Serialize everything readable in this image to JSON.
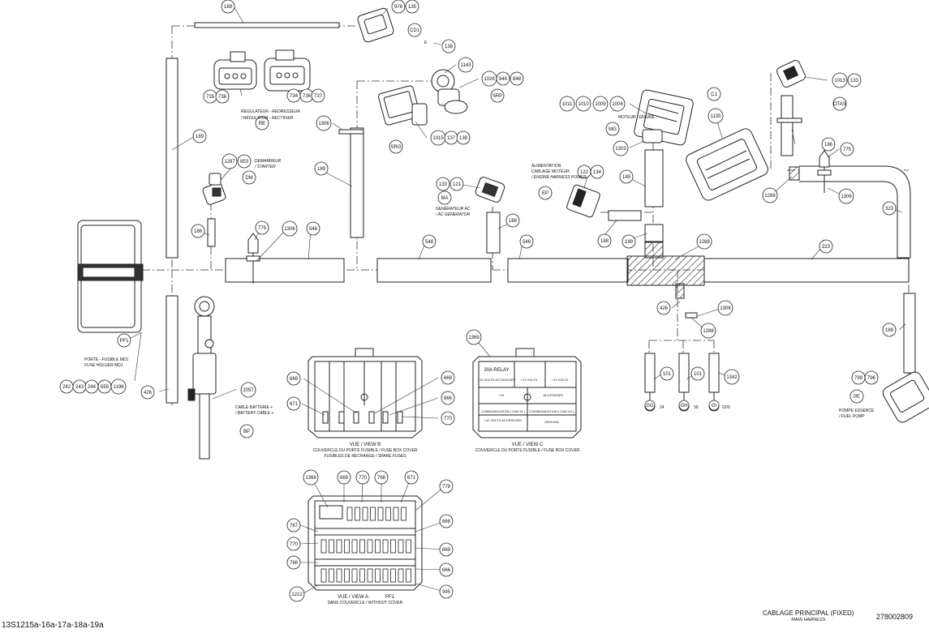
{
  "doc": {
    "title": "CABLAGE PRINCIPAL (FIXED)",
    "title_en": "MAIN HARNESS",
    "number": "278002809",
    "ref": "13S1215a-16a-17a-18a-19a"
  },
  "callouts": {
    "c189a": "189",
    "c976": "976",
    "c135": "135",
    "cd1": "CD1",
    "c138a": "138",
    "c1143": "1143",
    "c1026": "1026",
    "c849": "849",
    "c848": "848",
    "srp": "SRP",
    "c735": "735",
    "c736a": "736",
    "c734": "734",
    "c736b": "736",
    "c737": "737",
    "re": "RE",
    "c1306a": "1306",
    "srg": "SRG",
    "c1015": "1015",
    "c137": "137",
    "c138b": "138",
    "c1011": "1011",
    "c1010": "1010",
    "c1009": "1009",
    "c1006": "1006",
    "mg": "MG",
    "c1303": "1303",
    "c1": "C1",
    "c1135": "1135",
    "c1013": "1013",
    "c133a": "133",
    "otas": "OTAS",
    "c189b": "189",
    "c1287": "1287",
    "c853": "853",
    "dm": "DM",
    "c189c": "189",
    "c133b": "133",
    "c121": "121",
    "ma": "MA",
    "c122": "122",
    "c134": "134",
    "ep": "EP",
    "c189d": "189",
    "c186a": "186",
    "c775a": "775",
    "c1288a": "1288",
    "c1306b": "1306",
    "c323a": "323",
    "c186b": "186",
    "c775b": "775",
    "c1306c": "1306",
    "c546": "546",
    "c548a": "548",
    "c188a": "188",
    "c548b": "548",
    "c188b": "188",
    "c189e": "189",
    "c1288b": "1288",
    "c323b": "323",
    "pf1": "PF1",
    "c242": "242",
    "c243": "243",
    "c244": "244",
    "c659": "659",
    "c1198": "1198",
    "c426a": "426",
    "c2057": "2057",
    "bp": "BP",
    "c426b": "426",
    "c1306d": "1306",
    "c1288c": "1288",
    "c188c": "188",
    "c101a": "101",
    "c101b": "101",
    "c1342": "1342",
    "gg": "GG",
    "gh": "GH",
    "gi": "GI",
    "pe": "PE",
    "c799": "799",
    "c796": "796",
    "c1369": "1369",
    "c669a": "669",
    "c671a": "671",
    "c668a": "668",
    "c666a": "666",
    "c770a": "770",
    "c1368": "1368",
    "c669b": "669",
    "c770b": "770",
    "c768a": "768",
    "c671b": "671",
    "c778": "778",
    "c767": "767",
    "c668b": "668",
    "c770c": "770",
    "c669c": "669",
    "c768b": "768",
    "c666b": "666",
    "c1212": "1212",
    "c995": "995"
  },
  "labels": {
    "regulateur": "REGULATEUR - REDRESSEUR",
    "regulateur_en": "/ REGULATOR - RECTIFIER",
    "demarreur": "DEMARREUR",
    "demarreur_en": "/ STARTER",
    "moteur": "MOTEUR / ENGINE",
    "alimentation": "ALIMENTATION",
    "cablage_moteur": "CABLAGE MOTEUR",
    "engine_power": "/ ENGINE HARNESS POWER",
    "generateur": "GENERATEUR AC",
    "generateur_en": "/ AC GENERATOR",
    "porte_fusible": "PORTE - FUSIBLE MD1",
    "porte_fusible_en": "FUSE HOLDER MD1",
    "cable_batterie": "CABLE BATTERIE +",
    "cable_batterie_en": "/ BATTERY CABLE +",
    "pompe": "POMPE ESSENCE",
    "pompe_en": "/ FUEL PUMP",
    "view_b_title": "VUE / VIEW B",
    "view_b_line1": "COUVERCLE DU PORTE FUSIBLE / FUSE BOX COVER",
    "view_b_line2": "FUSIBLES DE RECHANGE / SPARE FUSES",
    "view_c_title": "VUE / VIEW C",
    "view_c_line1": "COUVERCLE DU PORTE FUSIBLE / FUSE BOX COVER",
    "view_a_title": "VUE / VIEW A",
    "view_a_pf1": "PF1",
    "view_a_line1": "SANS COUVERCLE / WITHOUT COVER",
    "gg_val": "GG",
    "gh_val": "GH",
    "gi_val": "GI",
    "g_gg": "24",
    "g_gh": "30",
    "g_gi": "22/6",
    "e_mark": "E"
  },
  "fuse_c": {
    "relay": "30A RELAY",
    "plus12_acc": "+12 VOLTS ACCESSORY",
    "plus12_a": "+12 VOLTS",
    "plus12_b": "+12 VOLTS",
    "plus12": "+12",
    "accessory": "ACCESSORY",
    "com_h": "COMMUNICATION ( CAN HI )",
    "com_l": "COMMUNICATION ( CAN LO )",
    "plus12_acc2": "+12 VOLTS ACCESSORY",
    "ground": "GROUND",
    "volts": "VOLTS"
  }
}
